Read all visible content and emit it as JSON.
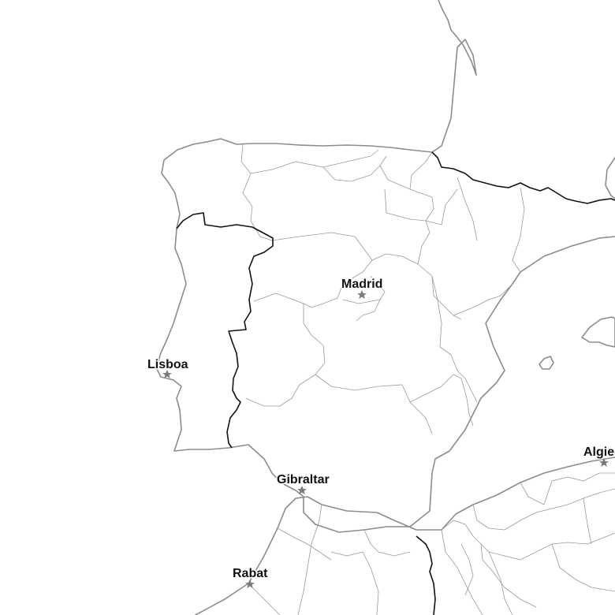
{
  "map": {
    "cities": [
      {
        "name": "Madrid",
        "marker": "star-icon"
      },
      {
        "name": "Lisboa",
        "marker": "star-icon"
      },
      {
        "name": "Gibraltar",
        "marker": "star-icon"
      },
      {
        "name": "Rabat",
        "marker": "star-icon"
      },
      {
        "name": "Algie",
        "marker": "star-icon"
      }
    ],
    "colors": {
      "background": "#ffffff",
      "coastline": "#8c8c8c",
      "region_border": "#9a9a9a",
      "country_border": "#111111",
      "capital_marker": "#7a7a7a",
      "label_text": "#111111"
    }
  }
}
